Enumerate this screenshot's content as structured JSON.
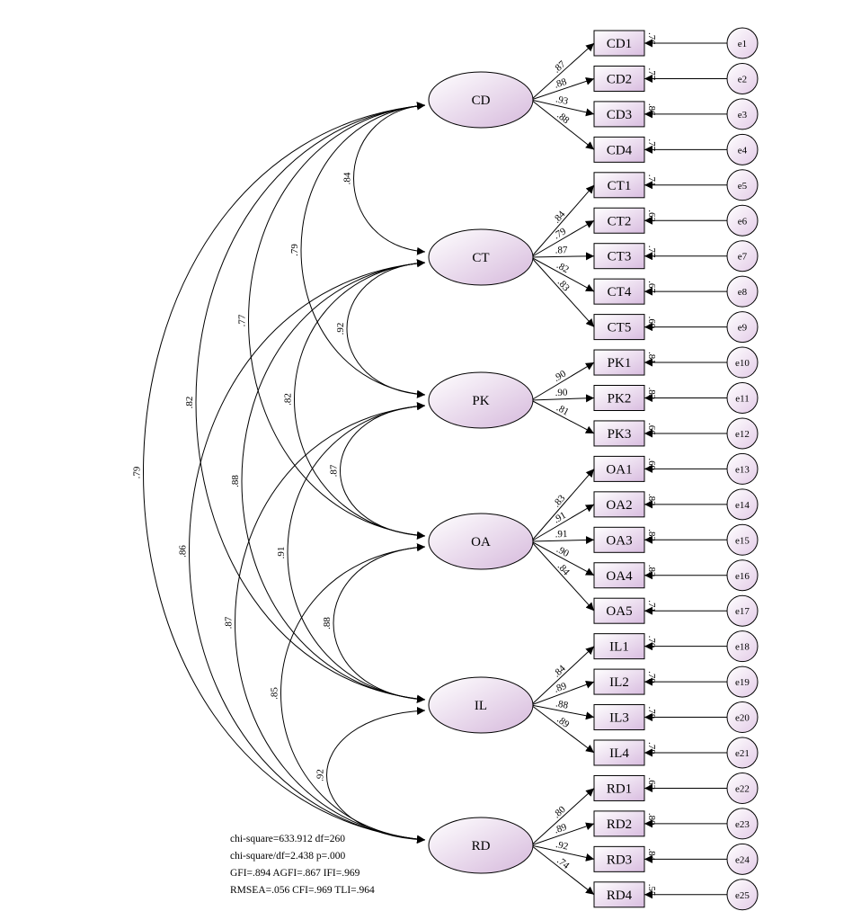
{
  "latents": [
    {
      "id": "CD",
      "label": "CD"
    },
    {
      "id": "CT",
      "label": "CT"
    },
    {
      "id": "PK",
      "label": "PK"
    },
    {
      "id": "OA",
      "label": "OA"
    },
    {
      "id": "IL",
      "label": "IL"
    },
    {
      "id": "RD",
      "label": "RD"
    }
  ],
  "indicators": [
    {
      "label": "CD1",
      "latent": "CD",
      "loading": ".87",
      "r2": ".76",
      "error": "e1"
    },
    {
      "label": "CD2",
      "latent": "CD",
      "loading": ".88",
      "r2": ".77",
      "error": "e2"
    },
    {
      "label": "CD3",
      "latent": "CD",
      "loading": ".93",
      "r2": ".86",
      "error": "e3"
    },
    {
      "label": "CD4",
      "latent": "CD",
      "loading": ".88",
      "r2": ".77",
      "error": "e4"
    },
    {
      "label": "CT1",
      "latent": "CT",
      "loading": ".84",
      "r2": ".71",
      "error": "e5"
    },
    {
      "label": "CT2",
      "latent": "CT",
      "loading": ".79",
      "r2": ".63",
      "error": "e6"
    },
    {
      "label": "CT3",
      "latent": "CT",
      "loading": ".87",
      "r2": ".77",
      "error": "e7"
    },
    {
      "label": "CT4",
      "latent": "CT",
      "loading": ".82",
      "r2": ".67",
      "error": "e8"
    },
    {
      "label": "CT5",
      "latent": "CT",
      "loading": ".83",
      "r2": ".69",
      "error": "e9"
    },
    {
      "label": "PK1",
      "latent": "PK",
      "loading": ".90",
      "r2": ".81",
      "error": "e10"
    },
    {
      "label": "PK2",
      "latent": "PK",
      "loading": ".90",
      "r2": ".82",
      "error": "e11"
    },
    {
      "label": "PK3",
      "latent": "PK",
      "loading": ".81",
      "r2": ".66",
      "error": "e12"
    },
    {
      "label": "OA1",
      "latent": "OA",
      "loading": ".83",
      "r2": ".69",
      "error": "e13"
    },
    {
      "label": "OA2",
      "latent": "OA",
      "loading": ".91",
      "r2": ".83",
      "error": "e14"
    },
    {
      "label": "OA3",
      "latent": "OA",
      "loading": ".91",
      "r2": ".83",
      "error": "e15"
    },
    {
      "label": "OA4",
      "latent": "OA",
      "loading": ".90",
      "r2": ".82",
      "error": "e16"
    },
    {
      "label": "OA5",
      "latent": "OA",
      "loading": ".84",
      "r2": ".71",
      "error": "e17"
    },
    {
      "label": "IL1",
      "latent": "IL",
      "loading": ".84",
      "r2": ".70",
      "error": "e18"
    },
    {
      "label": "IL2",
      "latent": "IL",
      "loading": ".89",
      "r2": ".79",
      "error": "e19"
    },
    {
      "label": "IL3",
      "latent": "IL",
      "loading": ".88",
      "r2": ".78",
      "error": "e20"
    },
    {
      "label": "IL4",
      "latent": "IL",
      "loading": ".89",
      "r2": ".78",
      "error": "e21"
    },
    {
      "label": "RD1",
      "latent": "RD",
      "loading": ".80",
      "r2": ".63",
      "error": "e22"
    },
    {
      "label": "RD2",
      "latent": "RD",
      "loading": ".89",
      "r2": ".80",
      "error": "e23"
    },
    {
      "label": "RD3",
      "latent": "RD",
      "loading": ".92",
      "r2": ".84",
      "error": "e24"
    },
    {
      "label": "RD4",
      "latent": "RD",
      "loading": ".74",
      "r2": ".55",
      "error": "e25"
    }
  ],
  "correlations": [
    {
      "a": "CD",
      "b": "CT",
      "value": ".84"
    },
    {
      "a": "CD",
      "b": "PK",
      "value": ".79"
    },
    {
      "a": "CD",
      "b": "OA",
      "value": ".77"
    },
    {
      "a": "CD",
      "b": "IL",
      "value": ".82"
    },
    {
      "a": "CD",
      "b": "RD",
      "value": ".79"
    },
    {
      "a": "CT",
      "b": "PK",
      "value": ".92"
    },
    {
      "a": "CT",
      "b": "OA",
      "value": ".82"
    },
    {
      "a": "CT",
      "b": "IL",
      "value": ".88"
    },
    {
      "a": "CT",
      "b": "RD",
      "value": ".86"
    },
    {
      "a": "PK",
      "b": "OA",
      "value": ".87"
    },
    {
      "a": "PK",
      "b": "IL",
      "value": ".91"
    },
    {
      "a": "PK",
      "b": "RD",
      "value": ".87"
    },
    {
      "a": "OA",
      "b": "IL",
      "value": ".88"
    },
    {
      "a": "OA",
      "b": "RD",
      "value": ".85"
    },
    {
      "a": "IL",
      "b": "RD",
      "value": ".92"
    }
  ],
  "fit_stats": {
    "line1": "chi-square=633.912  df=260",
    "line2": "chi-square/df=2.438  p=.000",
    "line3": "GFI=.894  AGFI=.867  IFI=.969",
    "line4": "RMSEA=.056  CFI=.969  TLI=.964"
  },
  "colors": {
    "latent_fill_start": "#ffffff",
    "latent_fill_end": "#d6b9dc",
    "box_fill_start": "#ffffff",
    "box_fill_end": "#d9bde0",
    "line": "#000000"
  }
}
